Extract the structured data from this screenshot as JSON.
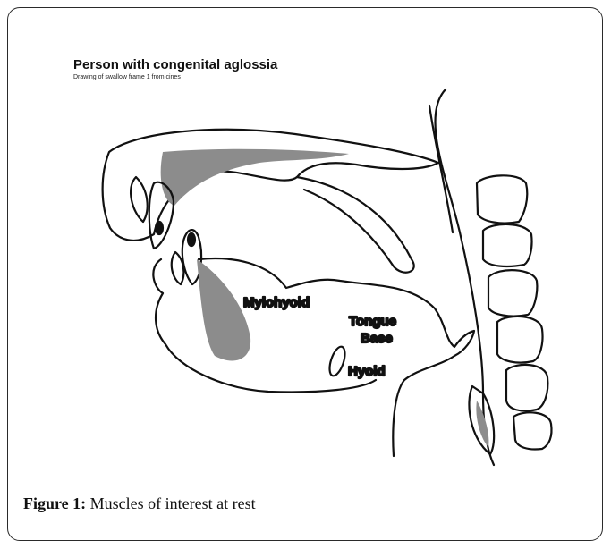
{
  "diagram": {
    "title": "Person with congenital aglossia",
    "subtitle": "Drawing of swallow frame 1 from cines",
    "labels": {
      "mylohyoid": "Mylohyoid",
      "tongue_base_line1": "Tongue",
      "tongue_base_line2": "Base",
      "hyoid": "Hyoid"
    },
    "colors": {
      "outline": "#111111",
      "muscle_fill": "#8c8c8c",
      "background": "#ffffff"
    }
  },
  "caption": {
    "label": "Figure 1:",
    "text": "Muscles of interest at rest"
  }
}
